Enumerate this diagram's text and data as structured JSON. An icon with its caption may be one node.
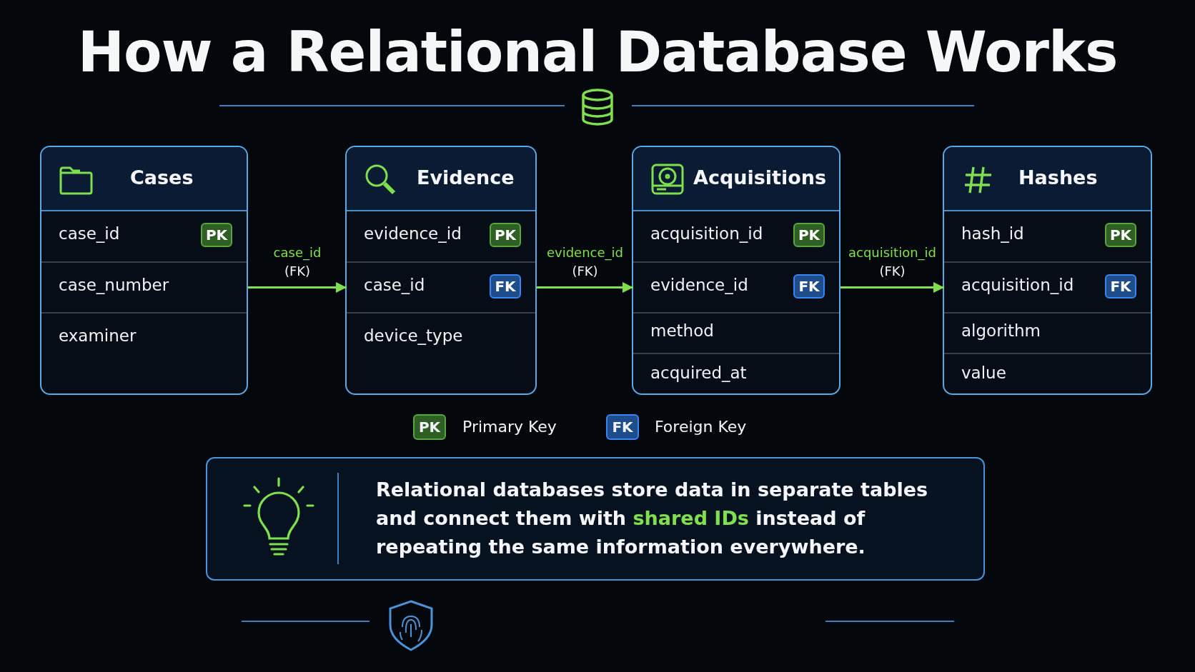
{
  "diagram": {
    "title": "How a Relational Database Works",
    "nodes": [
      {
        "text": [
          "Cases"
        ]
      },
      {
        "text": [
          "case_id",
          "PK"
        ],
        "in": 0
      },
      {
        "text": [
          "case_number"
        ],
        "in": 0
      },
      {
        "text": [
          "examiner"
        ],
        "in": 0
      },
      {
        "text": [
          "Evidence"
        ]
      },
      {
        "text": [
          "evidence_id",
          "PK"
        ],
        "in": 4
      },
      {
        "text": [
          "case_id",
          "FK"
        ],
        "in": 4
      },
      {
        "text": [
          "device_type"
        ],
        "in": 4
      },
      {
        "text": [
          "Acquisitions"
        ]
      },
      {
        "text": [
          "acquisition_id",
          "PK"
        ],
        "in": 8
      },
      {
        "text": [
          "evidence_id",
          "FK"
        ],
        "in": 8
      },
      {
        "text": [
          "method"
        ],
        "in": 8
      },
      {
        "text": [
          "acquired_at"
        ],
        "in": 8
      },
      {
        "text": [
          "Hashes"
        ]
      },
      {
        "text": [
          "hash_id",
          "PK"
        ],
        "in": 13
      },
      {
        "text": [
          "acquisition_id",
          "FK"
        ],
        "in": 13
      },
      {
        "text": [
          "algorithm"
        ],
        "in": 13
      },
      {
        "text": [
          "value"
        ],
        "in": 13
      },
      {
        "text": [
          "Relational databases store data in separate tables and connect them with **shared IDs** instead of repeating the same information everywhere."
        ]
      }
    ],
    "edges": [
      {
        "from": 0,
        "to": 6,
        "arrow": "to",
        "label": "case_id (FK)"
      },
      {
        "from": 4,
        "to": 10,
        "arrow": "to",
        "label": "evidence_id (FK)"
      },
      {
        "from": 8,
        "to": 15,
        "arrow": "to",
        "label": "acquisition_id (FK)"
      }
    ],
    "labels": [
      "PK",
      "FK"
    ],
    "legend": [
      {
        "text": "Primary Key",
        "color": "#2f5f24"
      },
      {
        "text": "Foreign Key",
        "color": "#1f4c8a"
      }
    ]
  }
}
